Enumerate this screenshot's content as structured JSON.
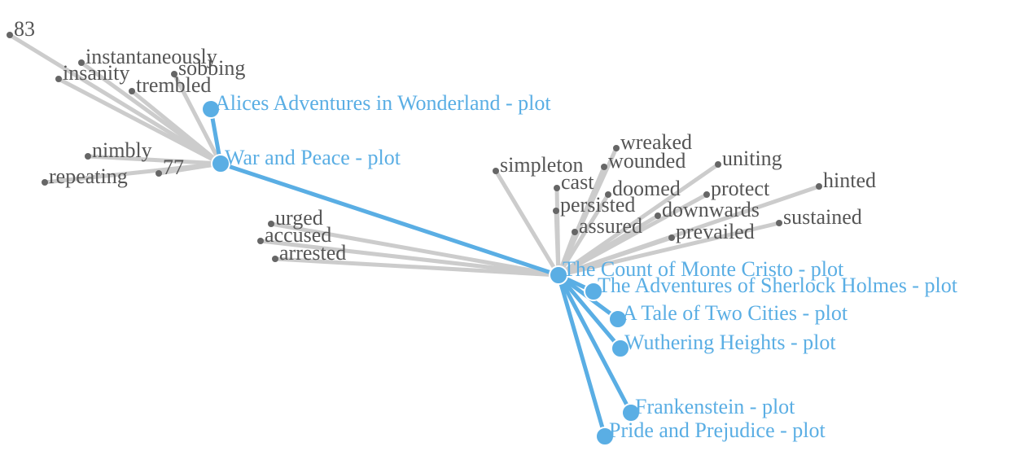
{
  "colors": {
    "book": "#5aaee4",
    "word": "#666666",
    "word_edge": "#cccccc",
    "word_label": "#555555"
  },
  "graph": {
    "books": [
      {
        "id": "wp",
        "label": "War and Peace - plot"
      },
      {
        "id": "alice",
        "label": "Alices Adventures in Wonderland - plot"
      },
      {
        "id": "monte",
        "label": "The Count of Monte Cristo - plot"
      },
      {
        "id": "sherlock",
        "label": "The Adventures of Sherlock Holmes - plot"
      },
      {
        "id": "tale",
        "label": "A Tale of Two Cities - plot"
      },
      {
        "id": "wuthering",
        "label": "Wuthering Heights - plot"
      },
      {
        "id": "frank",
        "label": "Frankenstein - plot"
      },
      {
        "id": "pride",
        "label": "Pride and Prejudice - plot"
      }
    ],
    "words": [
      {
        "id": "w83",
        "label": "83"
      },
      {
        "id": "instantaneously",
        "label": "instantaneously"
      },
      {
        "id": "insanity",
        "label": "insanity"
      },
      {
        "id": "sobbing",
        "label": "sobbing"
      },
      {
        "id": "trembled",
        "label": "trembled"
      },
      {
        "id": "nimbly",
        "label": "nimbly"
      },
      {
        "id": "w77",
        "label": "77"
      },
      {
        "id": "repeating",
        "label": "repeating"
      },
      {
        "id": "urged",
        "label": "urged"
      },
      {
        "id": "accused",
        "label": "accused"
      },
      {
        "id": "arrested",
        "label": "arrested"
      },
      {
        "id": "simpleton",
        "label": "simpleton"
      },
      {
        "id": "wreaked",
        "label": "wreaked"
      },
      {
        "id": "wounded",
        "label": "wounded"
      },
      {
        "id": "cast",
        "label": "cast"
      },
      {
        "id": "doomed",
        "label": "doomed"
      },
      {
        "id": "persisted",
        "label": "persisted"
      },
      {
        "id": "assured",
        "label": "assured"
      },
      {
        "id": "uniting",
        "label": "uniting"
      },
      {
        "id": "protect",
        "label": "protect"
      },
      {
        "id": "downwards",
        "label": "downwards"
      },
      {
        "id": "prevailed",
        "label": "prevailed"
      },
      {
        "id": "hinted",
        "label": "hinted"
      },
      {
        "id": "sustained",
        "label": "sustained"
      }
    ],
    "links": [
      [
        "wp",
        "w83"
      ],
      [
        "wp",
        "instantaneously"
      ],
      [
        "wp",
        "insanity"
      ],
      [
        "wp",
        "sobbing"
      ],
      [
        "wp",
        "trembled"
      ],
      [
        "wp",
        "nimbly"
      ],
      [
        "wp",
        "w77"
      ],
      [
        "wp",
        "repeating"
      ],
      [
        "monte",
        "urged"
      ],
      [
        "monte",
        "accused"
      ],
      [
        "monte",
        "arrested"
      ],
      [
        "monte",
        "simpleton"
      ],
      [
        "monte",
        "wreaked"
      ],
      [
        "monte",
        "wounded"
      ],
      [
        "monte",
        "cast"
      ],
      [
        "monte",
        "doomed"
      ],
      [
        "monte",
        "persisted"
      ],
      [
        "monte",
        "assured"
      ],
      [
        "monte",
        "uniting"
      ],
      [
        "monte",
        "protect"
      ],
      [
        "monte",
        "downwards"
      ],
      [
        "monte",
        "prevailed"
      ],
      [
        "monte",
        "hinted"
      ],
      [
        "monte",
        "sustained"
      ],
      [
        "wp",
        "alice"
      ],
      [
        "wp",
        "monte"
      ],
      [
        "monte",
        "sherlock"
      ],
      [
        "monte",
        "tale"
      ],
      [
        "monte",
        "wuthering"
      ],
      [
        "monte",
        "frank"
      ],
      [
        "monte",
        "pride"
      ]
    ]
  }
}
